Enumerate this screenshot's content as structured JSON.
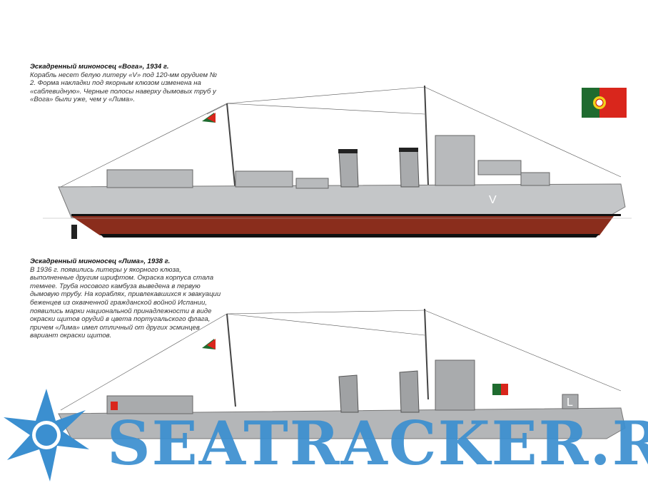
{
  "ship1": {
    "title": "Эскадренный миноносец «Вога», 1934 г.",
    "text": "Корабль несет белую литеру «V» под 120-мм орудием № 2. Форма накладки под якорным клюзом изменена на «саблевидную». Черные полосы наверху дымовых труб у «Вога» были уже, чем у «Лима».",
    "hull_letter": "V"
  },
  "ship2": {
    "title": "Эскадренный миноносец «Лима», 1938 г.",
    "text": "В 1936 г. появились литеры у якорного клюза, выполненные другим шрифтом. Окраска корпуса стала темнее. Труба носового камбуза выведена в первую дымовую трубу. На кораблях, привлекавшихся к эвакуации беженцев из охваченной гражданской войной Испании, появились марки национальной принадлежности в виде окраски щитов орудий в цвета португальского флага, причем «Лима» имел отличный от других эсминцев вариант окраски щитов.",
    "hull_letter": "L"
  },
  "watermark": "SEATRACKER.RU",
  "colors": {
    "hull_gray": "#c4c6c8",
    "hull_red": "#8a2d1c",
    "flag_green": "#1f6b2f",
    "flag_red": "#d9261c",
    "watermark": "#3b8fd0"
  }
}
